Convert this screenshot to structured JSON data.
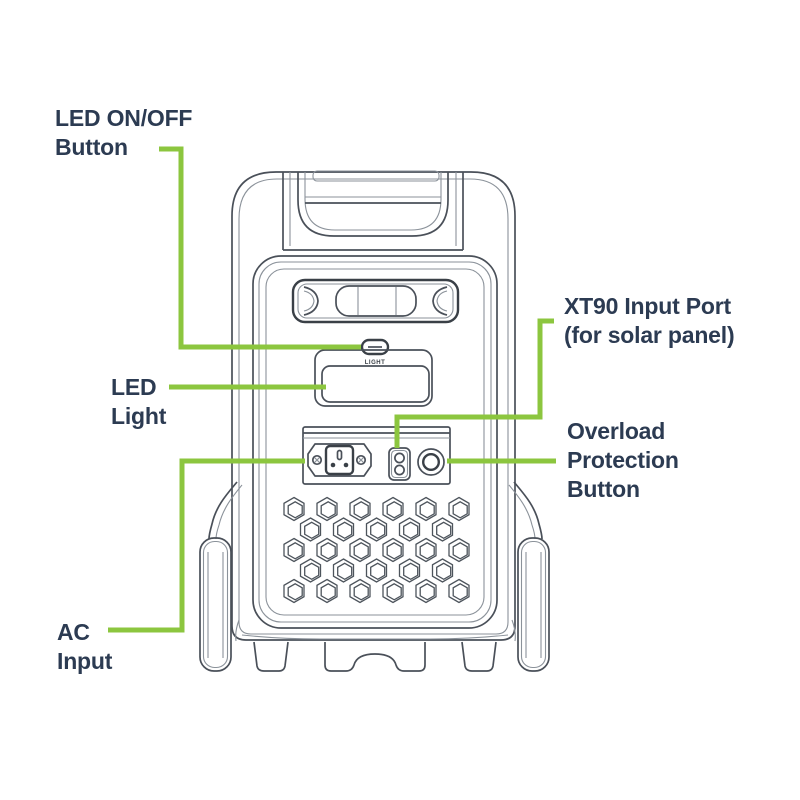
{
  "title": "Portable power station — back view diagram",
  "colors": {
    "accent": "#8CC63F",
    "label": "#2C3B52",
    "line": "#4A5059"
  },
  "callouts": [
    {
      "id": "led-onoff-button",
      "label_lines": [
        "LED ON/OFF",
        "Button"
      ]
    },
    {
      "id": "led-light",
      "label_lines": [
        "LED",
        "Light"
      ]
    },
    {
      "id": "ac-input",
      "label_lines": [
        "AC",
        "Input"
      ]
    },
    {
      "id": "xt90-input-port",
      "label_lines": [
        "XT90 Input Port",
        "(for solar panel)"
      ]
    },
    {
      "id": "overload-protection-button",
      "label_lines": [
        "Overload",
        "Protection",
        "Button"
      ]
    }
  ],
  "device": {
    "light_button_label": "LIGHT"
  }
}
